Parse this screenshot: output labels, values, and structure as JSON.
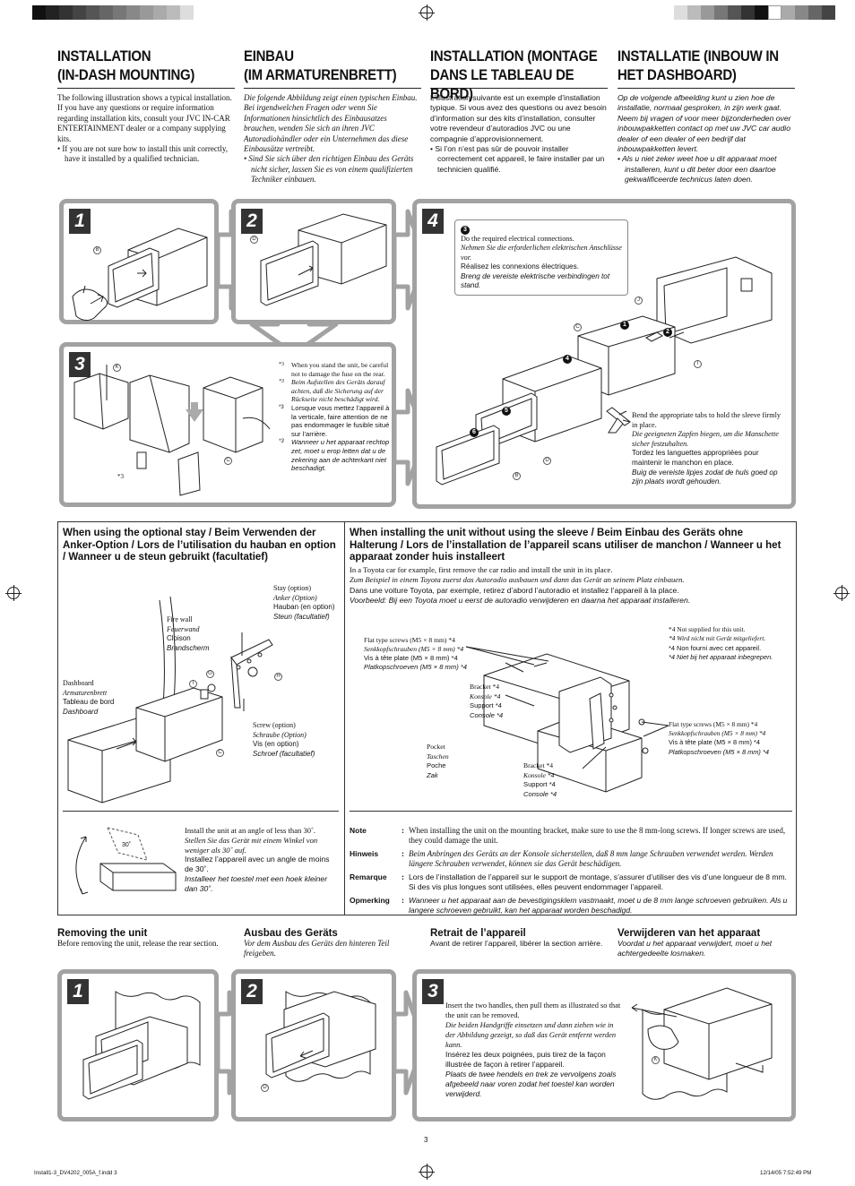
{
  "colors": {
    "panel_border": "#a2a2a2",
    "step_badge": "#333333",
    "text": "#111111"
  },
  "columns": [
    {
      "title_l1": "INSTALLATION",
      "title_l2": "(IN-DASH MOUNTING)",
      "p": [
        "The following illustration shows a typical installation. If you have any questions or require information regarding installation kits, consult your JVC IN-CAR ENTERTAINMENT dealer or a company supplying kits."
      ],
      "bullet": "If you are not sure how to install this unit correctly, have it installed by a qualified technician."
    },
    {
      "title_l1": "EINBAU",
      "title_l2": "(IM ARMATURENBRETT)",
      "p": [
        "Die folgende Abbildung zeigt einen typischen Einbau. Bei irgendwelchen Fragen oder wenn Sie Informationen hinsichtlich des Einbausatzes brauchen, wenden Sie sich an ihren JVC Autoradiohändler oder ein Unternehmen das diese Einbausätze vertreibt."
      ],
      "bullet": "Sind Sie sich über den richtigen Einbau des Geräts nicht sicher, lassen Sie es von einem qualifizierten Techniker einbauen."
    },
    {
      "title_l1": "INSTALLATION (MONTAGE",
      "title_l2": "DANS LE TABLEAU DE BORD)",
      "p": [
        "L’illustration suivante est un exemple d’installation typique. Si vous avez des questions ou avez besoin d’information sur des kits d’installation, consulter votre revendeur d’autoradios JVC ou une compagnie d’approvisionnement."
      ],
      "bullet": "Si l’on n’est pas sûr de pouvoir installer correctement cet appareil, le faire installer par un technicien qualifié."
    },
    {
      "title_l1": "INSTALLATIE (INBOUW IN",
      "title_l2": "HET DASHBOARD)",
      "p": [
        "Op de volgende afbeelding kunt u zien hoe de installatie, normaal gesproken, in zijn werk gaat. Neem bij vragen of voor meer bijzonderheden over inbouwpakketten contact op met uw JVC car audio dealer of een dealer of een bedrijf dat inbouwpakketten levert."
      ],
      "bullet": "Als u niet zeker weet hoe u dit apparaat moet installeren, kunt u dit beter door een daartoe gekwalificeerde technicus laten doen."
    }
  ],
  "steps": {
    "s1": "1",
    "s2": "2",
    "s3": "3",
    "s4": "4"
  },
  "part_labels": {
    "A": "A",
    "B": "B",
    "C": "C",
    "D": "D",
    "G": "G",
    "H": "H",
    "I": "I",
    "J": "J",
    "K": "K"
  },
  "step3_note": {
    "marker": "*3",
    "en": "When you stand the unit, be careful not to damage the fuse on the rear.",
    "de": "Beim Aufstellen des Geräts darauf achten, daß die Sicherung auf der Rückseite nicht beschädigt wird.",
    "fr": "Lorsque vous mettez l’appareil à la verticale, faire attention de ne pas endommager le fusible situé sur l’arrière.",
    "nl": "Wanneer u het apparaat rechtop zet, moet u erop letten dat u de zekering aan de achterkant niet beschadigt."
  },
  "step4_callout": {
    "num": "3",
    "en": "Do the required electrical connections.",
    "de": "Nehmen Sie die erforderlichen elektrischen Anschlüsse vor.",
    "fr": "Réalisez les connexions électriques.",
    "nl": "Breng de vereiste elektrische verbindingen tot stand."
  },
  "step4_tabs": {
    "en": "Bend the appropriate tabs to hold the sleeve firmly in place.",
    "de": "Die geeigneten Zapfen biegen, um die Manschette sicher festzuhalten.",
    "fr": "Tordez les languettes appropriées pour maintenir le manchon en place.",
    "nl": "Buig de vereiste lipjes zodat de huls goed op zijn plaats wordt gehouden."
  },
  "step4_nums": [
    "1",
    "2",
    "4",
    "5",
    "6"
  ],
  "stay": {
    "heading": "When using the optional stay / Beim Verwenden der Anker-Option / Lors de l’utilisation du hauban en option / Wanneer u de steun gebruikt (facultatief)",
    "stay_label": [
      "Stay (option)",
      "Anker (Option)",
      "Hauban (en option)",
      "Steun (facultatief)"
    ],
    "firewall": [
      "Fire wall",
      "Feuerwand",
      "Cloison",
      "Brandscherm"
    ],
    "dashboard": [
      "Dashboard",
      "Armaturenbrett",
      "Tableau de bord",
      "Dashboard"
    ],
    "screw": [
      "Screw (option)",
      "Schraube (Option)",
      "Vis (en option)",
      "Schroef (facultatief)"
    ],
    "angle": {
      "en": "Install the unit at an angle of less than 30˚.",
      "de": "Stellen Sie das Gerät mit einem Winkel von weniger als 30˚ auf.",
      "fr": "Installez l’appareil avec un angle de moins de 30˚.",
      "nl": "Installeer het toestel met een hoek kleiner dan 30˚."
    }
  },
  "nosleeve": {
    "heading": "When installing the unit without using the sleeve / Beim Einbau des Geräts ohne Halterung / Lors de l’installation de l’appareil scans utiliser de manchon / Wanneer u het apparaat zonder huis installeert",
    "en": "In a Toyota car for example, first remove the car radio and install the unit in its place.",
    "de": "Zum Beispiel in einem Toyota zuerst das Autoradio ausbauen und dann das Gerät an seinem Platz einbauen.",
    "fr": "Dans une voiture Toyota, par exemple, retirez d’abord l’autoradio et installez l’appareil à la place.",
    "nl": "Voorbeeld: Bij een Toyota moet u eerst de autoradio verwijderen en daarna het apparaat installeren.",
    "screws_l": [
      "Flat type screws (M5 × 8 mm) *4",
      "Senkkopfschrauben (M5 × 8 mm) *4",
      "Vis à tête plate (M5 × 8 mm) *4",
      "Platkopschroeven (M5 × 8 mm) *4"
    ],
    "screws_r": [
      "Flat type screws (M5 × 8 mm) *4",
      "Senkkopfschrauben (M5 × 8 mm) *4",
      "Vis à tête plate (M5 × 8 mm) *4",
      "Platkopschroeven (M5 × 8 mm) *4"
    ],
    "bracket1": [
      "Bracket *4",
      "Konsole *4",
      "Support *4",
      "Console *4"
    ],
    "bracket2": [
      "Bracket *4",
      "Konsole *4",
      "Support *4",
      "Console *4"
    ],
    "pocket": [
      "Pocket",
      "Taschen",
      "Poche",
      "Zak"
    ],
    "ns": [
      "*4  Not supplied for this unit.",
      "*4  Wird nicht mit Gerät mitgeliefert.",
      "*4  Non fourni avec cet appareil.",
      "*4  Niet bij het apparaat inbegrepen."
    ]
  },
  "notes": [
    {
      "k": "Note",
      "v": "When installing the unit on the mounting bracket, make sure to use the 8 mm-long screws. If longer screws are used, they could damage the unit."
    },
    {
      "k": "Hinweis",
      "v": "Beim Anbringen des Geräts an der Konsole sicherstellen, daß 8 mm lange Schrauben verwendet werden. Werden längere Schrauben verwendet, können sie das Gerät beschädigen."
    },
    {
      "k": "Remarque",
      "v": "Lors de l’installation de l’appareil sur le support de montage, s’assurer d’utiliser des vis d’une longueur de 8 mm. Si des vis plus longues sont utilisées, elles peuvent endommager l’appareil."
    },
    {
      "k": "Opmerking",
      "v": "Wanneer u het apparaat aan de bevestigingsklem vastmaakt, moet u de 8 mm lange schroeven gebruiken. Als u langere schroeven gebruikt, kan het apparaat worden beschadigd."
    }
  ],
  "removing": [
    {
      "h": "Removing the unit",
      "t": "Before removing the unit, release the rear section."
    },
    {
      "h": "Ausbau des Geräts",
      "t": "Vor dem Ausbau des Geräts den hinteren Teil freigeben."
    },
    {
      "h": "Retrait de l’appareil",
      "t": "Avant de retirer l’appareil, libérer la section arrière."
    },
    {
      "h": "Verwijderen van het apparaat",
      "t": "Voordat u het apparaat verwijdert, moet u het achtergedeelte losmaken."
    }
  ],
  "remove3": {
    "en": "Insert the two handles, then pull them as illustrated so that the unit can be removed.",
    "de": "Die beiden Handgriffe einsetzen und dann ziehen wie in der Abbildung gezeigt, so daß das Gerät entfernt werden kann.",
    "fr": "Insérez les deux poignées, puis tirez de la façon illustrée de façon à retirer l’appareil.",
    "nl": "Plaats de twee hendels en trek ze vervolgens zoals afgebeeld naar voren zodat het toestel kan worden verwijderd."
  },
  "angle_label": "30˚",
  "page_number": "3",
  "footer_left": "Install1-3_DV4202_005A_f.indd   3",
  "footer_right": "12/14/05   7:52:49 PM"
}
